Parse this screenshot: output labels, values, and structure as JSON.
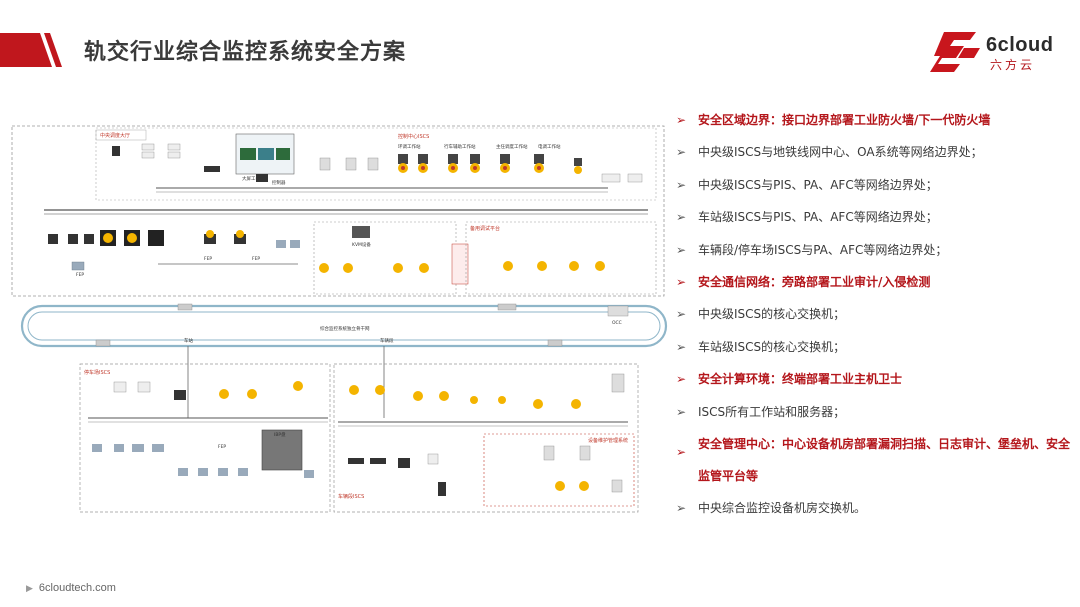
{
  "header": {
    "title": "轨交行业综合监控系统安全方案",
    "logo_text": "6cloud",
    "logo_sub": "六方云"
  },
  "diagram": {
    "center_zone": "控制中心ISCS",
    "center_dispatch": "中央调度大厅",
    "big_screen": "大屏工作站",
    "controller": "控制器",
    "kvm": "KVM设备",
    "backup_platform": "备用调试平台",
    "fep": "FEP",
    "ring_label": "综合监控系统独立骨干网",
    "occ": "OCC",
    "station_a": "车站",
    "station_b": "车辆段",
    "park_zone": "停车场ISCS",
    "depot_zone": "车辆段ISCS",
    "ibp": "IBP盘",
    "maintenance": "设备维护管理系统",
    "workstations": [
      "环调工作站",
      "行车辅助工作站",
      "主任调度工作站",
      "电调工作站"
    ]
  },
  "points": [
    {
      "text": "安全区域边界：接口边界部署工业防火墙/下一代防火墙",
      "highlight": true
    },
    {
      "text": "中央级ISCS与地铁线网中心、OA系统等网络边界处；",
      "highlight": false
    },
    {
      "text": "中央级ISCS与PIS、PA、AFC等网络边界处；",
      "highlight": false
    },
    {
      "text": "车站级ISCS与PIS、PA、AFC等网络边界处；",
      "highlight": false
    },
    {
      "text": "车辆段/停车场ISCS与PA、AFC等网络边界处；",
      "highlight": false
    },
    {
      "text": "安全通信网络：旁路部署工业审计/入侵检测",
      "highlight": true
    },
    {
      "text": "中央级ISCS的核心交换机；",
      "highlight": false
    },
    {
      "text": "车站级ISCS的核心交换机；",
      "highlight": false
    },
    {
      "text": "安全计算环境：终端部署工业主机卫士",
      "highlight": true
    },
    {
      "text": "ISCS所有工作站和服务器；",
      "highlight": false
    },
    {
      "text": "安全管理中心：中心设备机房部署漏洞扫描、日志审计、堡垒机、安全监管平台等",
      "highlight": true
    },
    {
      "text": "中央综合监控设备机房交换机。",
      "highlight": false
    }
  ],
  "footer": {
    "url": "6cloudtech.com"
  },
  "colors": {
    "brand_red": "#b4161b",
    "text_dark": "#3a3a3a"
  }
}
